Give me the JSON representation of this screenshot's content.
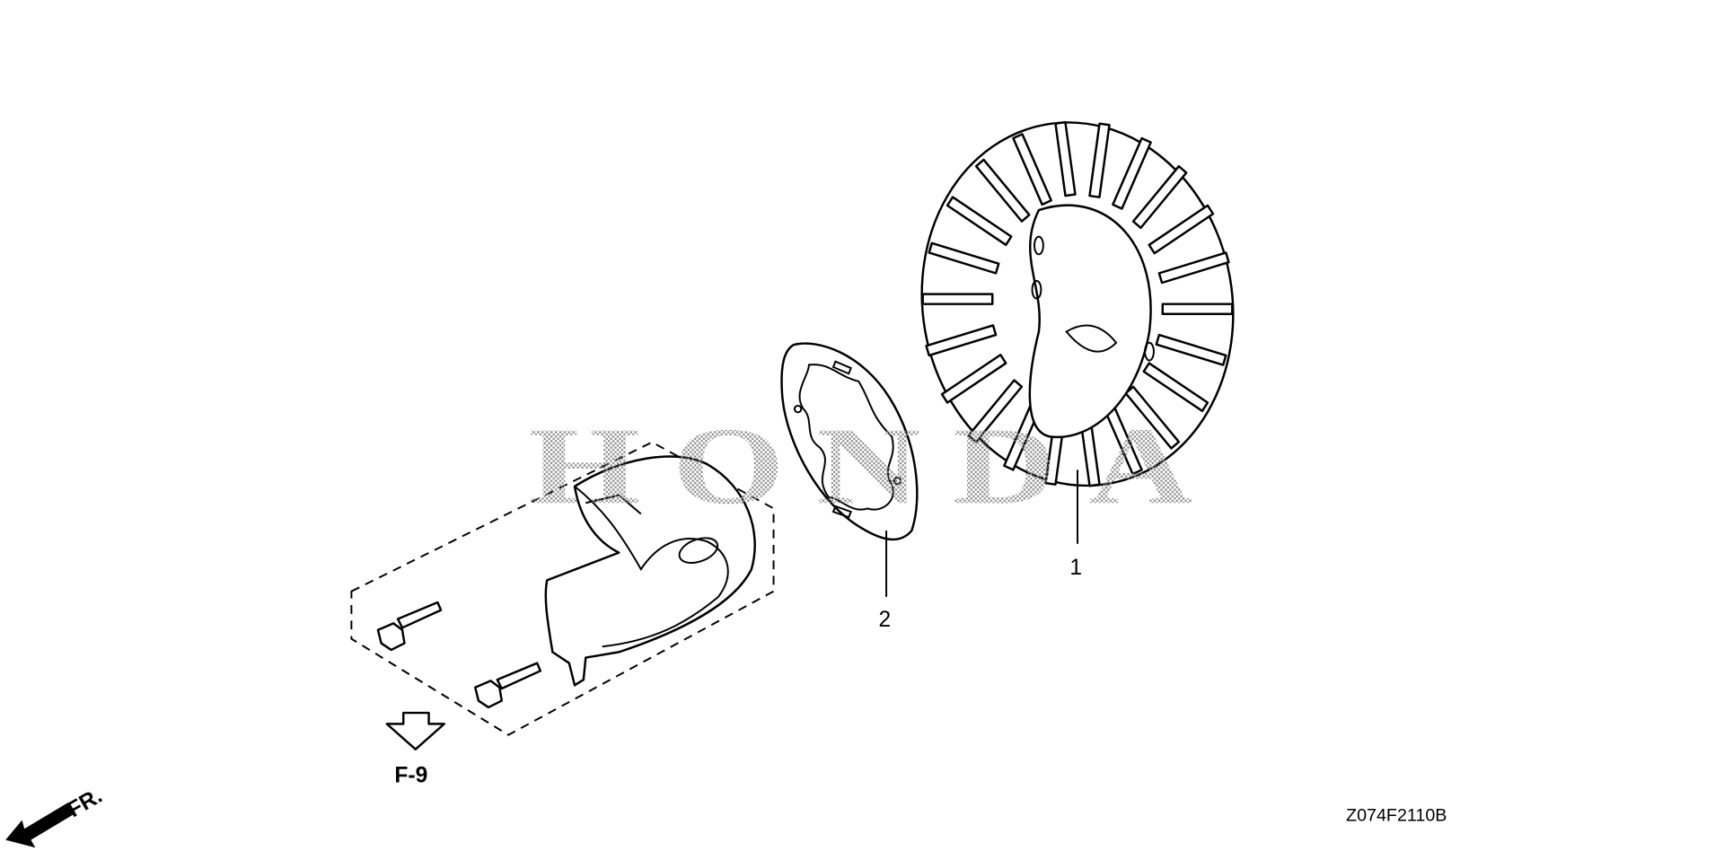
{
  "watermark": "HONDA",
  "parts": [
    {
      "number": "1",
      "name": "fan"
    },
    {
      "number": "2",
      "name": "plate"
    }
  ],
  "reference": {
    "label": "F-9"
  },
  "direction": {
    "label": "FR."
  },
  "diagram_code": "Z074F2110B"
}
